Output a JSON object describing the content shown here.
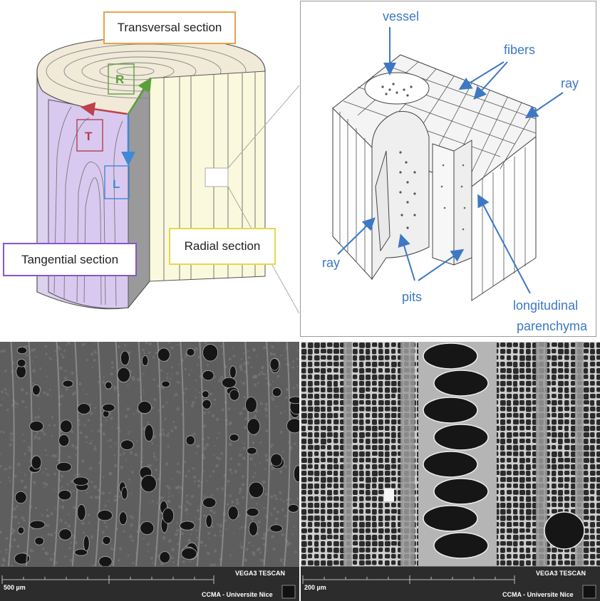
{
  "top_left": {
    "transversal_label": "Transversal section",
    "tangential_label": "Tangential section",
    "radial_label": "Radial section",
    "axes": {
      "r": "R",
      "t": "T",
      "l": "L"
    },
    "colors": {
      "transversal": "#e8a24a",
      "tangential": "#8a55c8",
      "radial": "#e6d84a",
      "r": "#5aa03a",
      "t": "#b04050",
      "l": "#3d8ad8"
    }
  },
  "top_right": {
    "labels": {
      "vessel": "vessel",
      "fibers": "fibers",
      "ray_right": "ray",
      "ray_left": "ray",
      "pits": "pits",
      "longitudinal": "longitudinal",
      "parenchyma": "parenchyma"
    },
    "label_color": "#3d78c4"
  },
  "sem_left": {
    "scale": "500 µm",
    "brand": "VEGA3 TESCAN",
    "lab": "CCMA - Universite Nice"
  },
  "sem_right": {
    "scale": "200 µm",
    "brand": "VEGA3 TESCAN",
    "lab": "CCMA - Universite Nice"
  }
}
